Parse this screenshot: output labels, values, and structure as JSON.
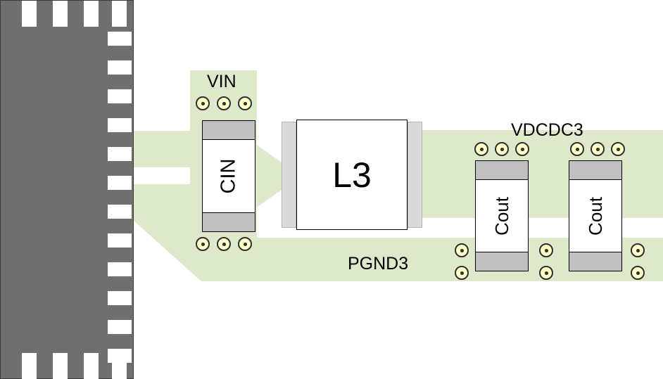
{
  "nets": {
    "vin": {
      "label": "VIN"
    },
    "vdcdc3": {
      "label": "VDCDC3"
    },
    "pgnd3": {
      "label": "PGND3"
    }
  },
  "components": {
    "cin": {
      "label": "CIN"
    },
    "l3": {
      "label": "L3"
    },
    "cout1": {
      "label": "Cout"
    },
    "cout2": {
      "label": "Cout"
    }
  },
  "colors": {
    "copper_pour_green": "#dee9cc",
    "ic_body_gray": "#6f6f6f",
    "pad_white": "#ffffff",
    "capacitor_terminal_gray": "#c0c0c0",
    "inductor_pad_gray": "#d9d9d9",
    "via_yellow": "#ffffc8",
    "outline_black": "#000000",
    "background_white": "#ffffff"
  }
}
